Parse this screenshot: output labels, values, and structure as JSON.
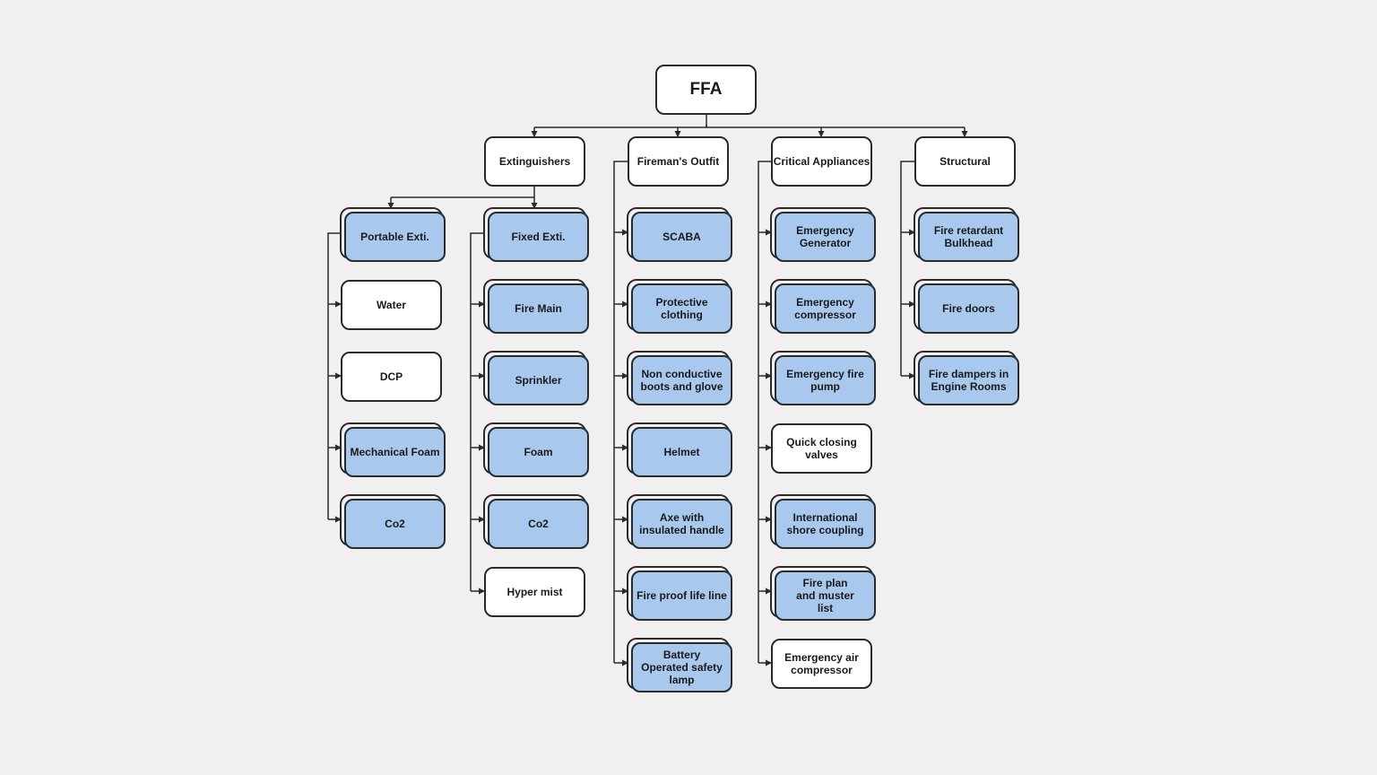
{
  "diagram": {
    "root": "FFA",
    "categories": {
      "extinguishers": {
        "label": "Extinguishers",
        "portable": {
          "label": "Portable Exti.",
          "items": [
            "Water",
            "DCP",
            "Mechanical Foam",
            "Co2"
          ]
        },
        "fixed": {
          "label": "Fixed Exti.",
          "items": [
            "Fire Main",
            "Sprinkler",
            "Foam",
            "Co2",
            "Hyper mist"
          ]
        }
      },
      "firemans_outfit": {
        "label": "Fireman's Outfit",
        "items": [
          "SCABA",
          "Protective clothing",
          "Non conductive boots and glove",
          "Helmet",
          "Axe with insulated handle",
          "Fire proof life line",
          "Battery Operated safety lamp"
        ]
      },
      "critical_appliances": {
        "label": "Critical Appliances",
        "items": [
          "Emergency Generator",
          "Emergency compressor",
          "Emergency fire pump",
          "Quick closing valves",
          "International shore coupling",
          "Fire plan and muster list",
          "Emergency air compressor"
        ]
      },
      "structural": {
        "label": "Structural",
        "items": [
          "Fire retardant Bulkhead",
          "Fire doors",
          "Fire dampers in Engine Rooms"
        ]
      }
    }
  },
  "colors": {
    "highlight_fill": "#a9c8ee",
    "plain_fill": "#ffffff",
    "stroke": "#2a2a2a",
    "background": "#f0f0f0"
  }
}
